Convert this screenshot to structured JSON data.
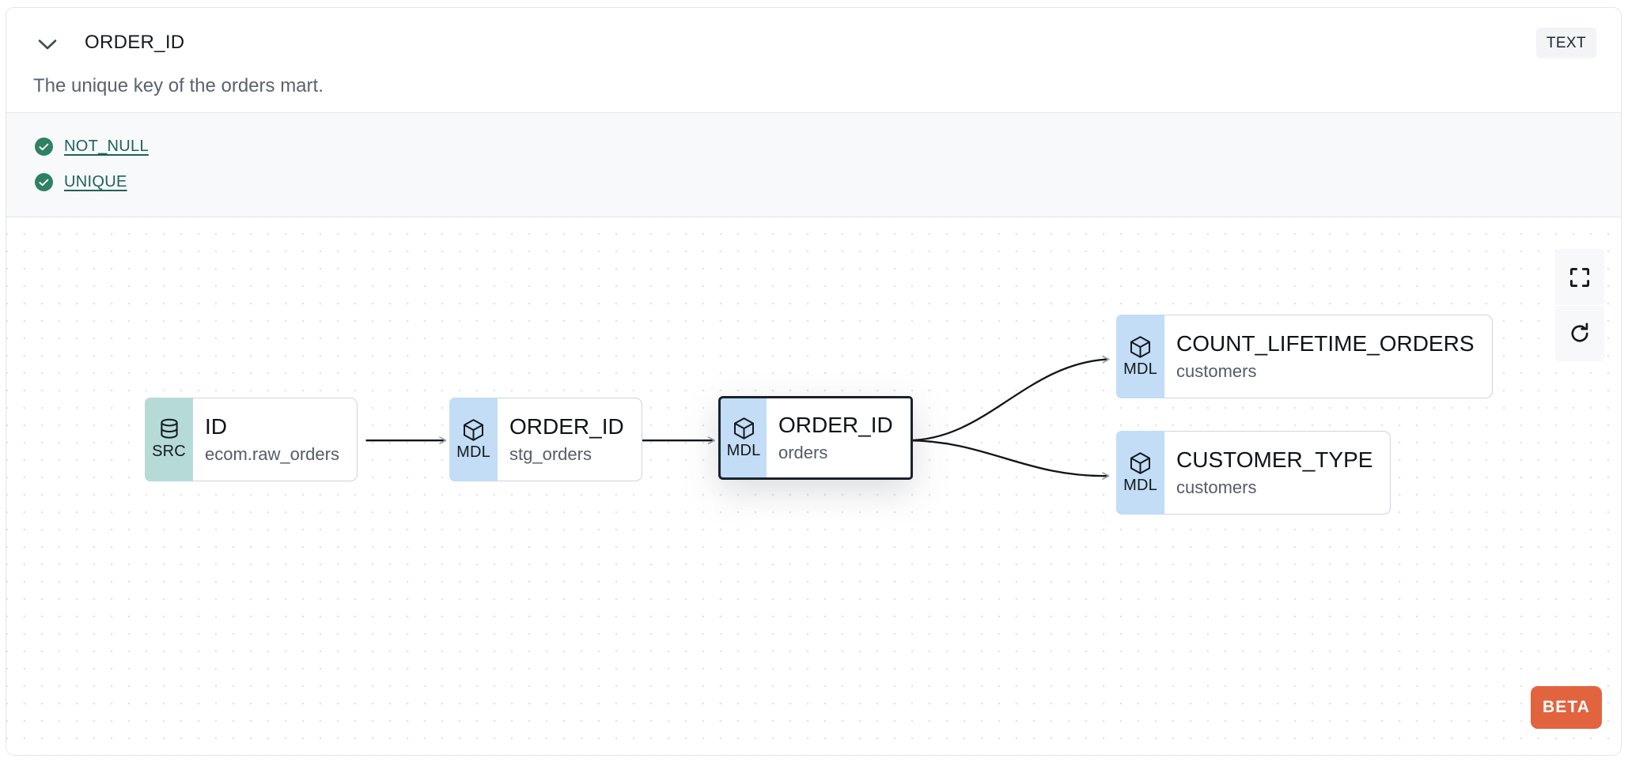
{
  "header": {
    "chevron_icon": "chevron-down-icon",
    "column_name": "ORDER_ID",
    "type_badge": "TEXT",
    "description": "The unique key of the orders mart."
  },
  "tests": [
    {
      "icon": "check-circle-icon",
      "label": "NOT_NULL",
      "status": "passed"
    },
    {
      "icon": "check-circle-icon",
      "label": "UNIQUE",
      "status": "passed"
    }
  ],
  "lineage": {
    "nodes": [
      {
        "id": "src-id",
        "tag": "SRC",
        "tag_icon": "database-icon",
        "name": "ID",
        "sub": "ecom.raw_orders",
        "focused": false
      },
      {
        "id": "stg",
        "tag": "MDL",
        "tag_icon": "cube-icon",
        "name": "ORDER_ID",
        "sub": "stg_orders",
        "focused": false
      },
      {
        "id": "orders",
        "tag": "MDL",
        "tag_icon": "cube-icon",
        "name": "ORDER_ID",
        "sub": "orders",
        "focused": true
      },
      {
        "id": "count",
        "tag": "MDL",
        "tag_icon": "cube-icon",
        "name": "COUNT_LIFETIME_ORDERS",
        "sub": "customers",
        "focused": false
      },
      {
        "id": "custype",
        "tag": "MDL",
        "tag_icon": "cube-icon",
        "name": "CUSTOMER_TYPE",
        "sub": "customers",
        "focused": false
      }
    ],
    "edges": [
      {
        "from": "src-id",
        "to": "stg"
      },
      {
        "from": "stg",
        "to": "orders"
      },
      {
        "from": "orders",
        "to": "count"
      },
      {
        "from": "orders",
        "to": "custype"
      }
    ]
  },
  "controls": [
    {
      "name": "fit-view-button",
      "icon": "fullscreen-icon"
    },
    {
      "name": "refresh-button",
      "icon": "refresh-icon"
    }
  ],
  "beta_badge": {
    "label": "BETA",
    "color": "#e2643f"
  },
  "colors": {
    "src_tag": "#b6dbd7",
    "mdl_tag": "#c2ddf5",
    "test_pass": "#2e8162",
    "test_link": "#1f6060",
    "beta": "#e2643f"
  }
}
